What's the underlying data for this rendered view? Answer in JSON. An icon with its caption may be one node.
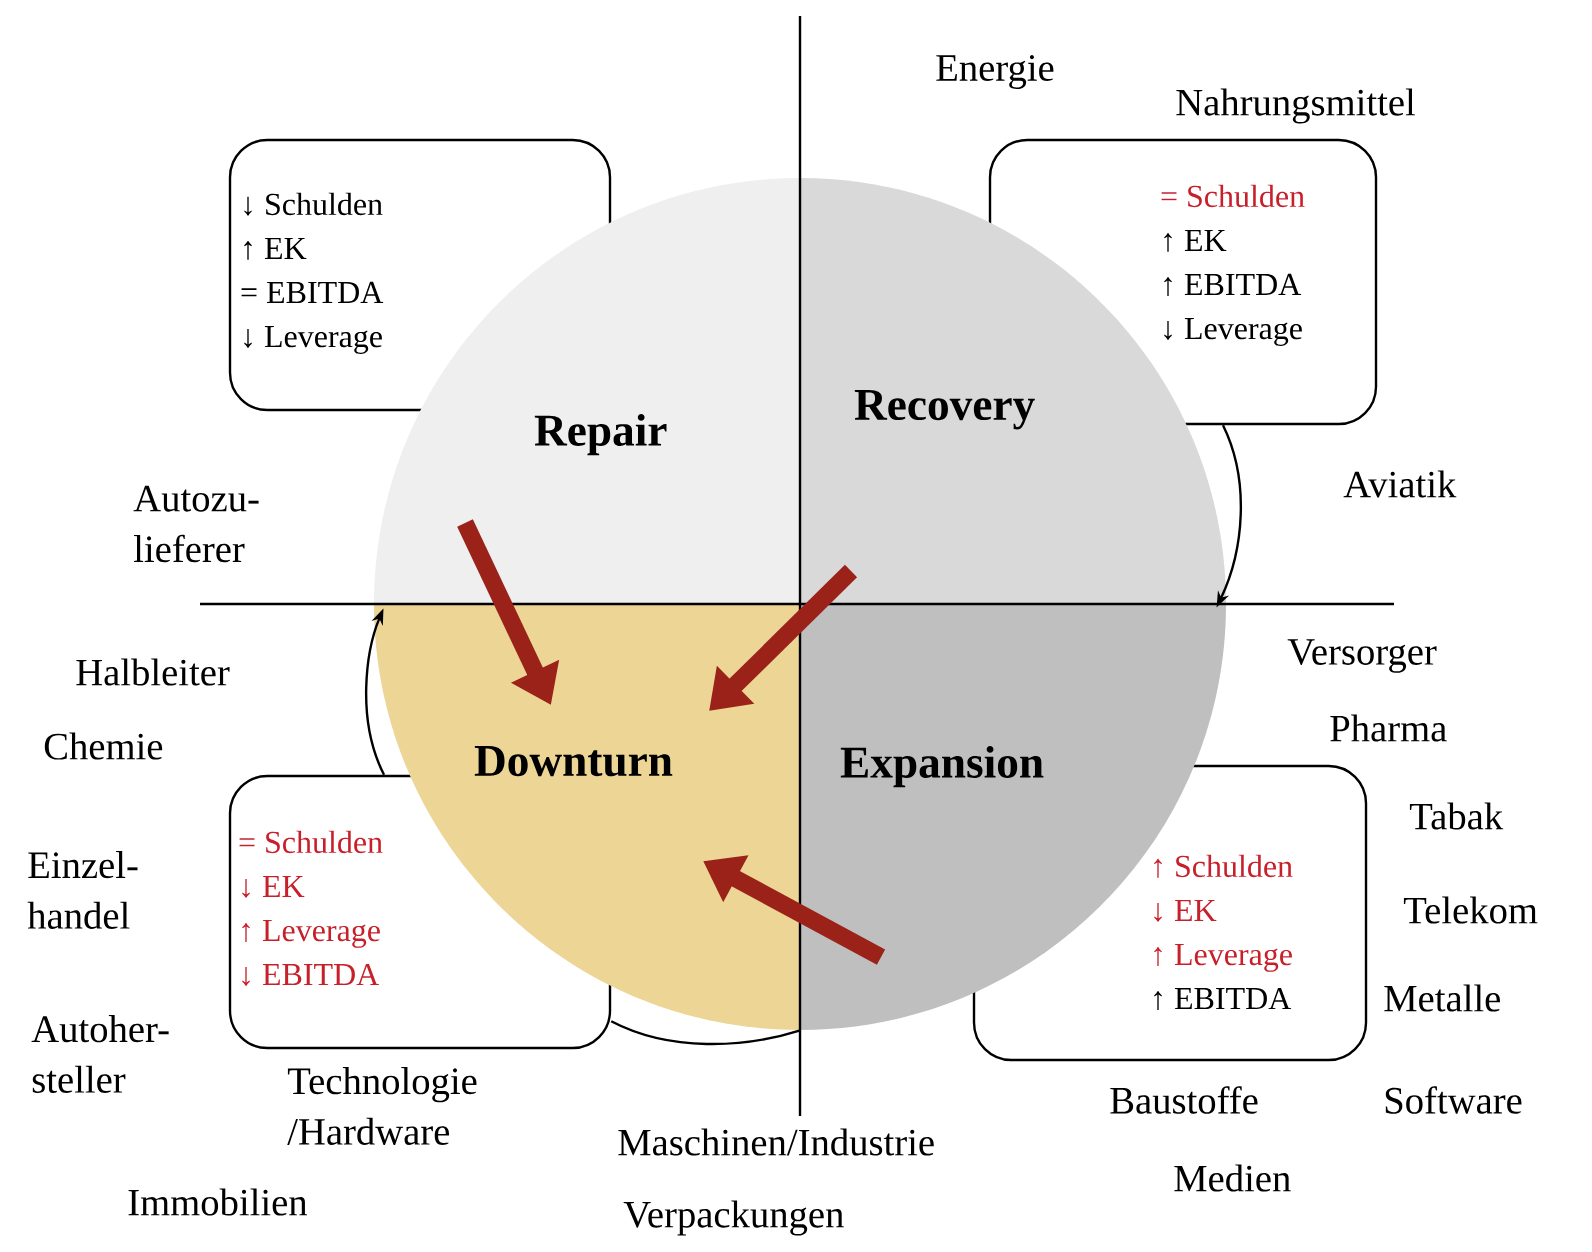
{
  "diagram": {
    "nodes": [
      {
        "text": [
          "Repair"
        ]
      },
      {
        "text": [
          "Recovery"
        ]
      },
      {
        "text": [
          "Downturn"
        ]
      },
      {
        "text": [
          "Expansion"
        ]
      },
      {
        "text": [
          "↓ Schulden",
          "↑ EK",
          "= EBITDA",
          "↓ Leverage"
        ]
      },
      {
        "text": [
          "= Schulden",
          "↑ EK",
          "↑ EBITDA",
          "↓ Leverage"
        ]
      },
      {
        "text": [
          "= Schulden",
          "↓ EK",
          "↑ Leverage",
          "↓ EBITDA"
        ]
      },
      {
        "text": [
          "↑ Schulden",
          "↓ EK",
          "↑ Leverage",
          "↑ EBITDA"
        ]
      }
    ],
    "edges": [
      {
        "from": 0,
        "to": 2,
        "arrow": "to",
        "style": "thick",
        "color": "#9b2219"
      },
      {
        "from": 1,
        "to": 2,
        "arrow": "to",
        "style": "thick",
        "color": "#9b2219"
      },
      {
        "from": 3,
        "to": 2,
        "arrow": "to",
        "style": "thick",
        "color": "#9b2219"
      },
      {
        "from": 5,
        "to": 3,
        "arrow": "to",
        "color": "#000000"
      },
      {
        "from": 6,
        "to": 0,
        "arrow": "to",
        "color": "#000000"
      },
      {
        "from": 6,
        "to": 3,
        "arrow": "none",
        "color": "#000000"
      }
    ],
    "labels": [
      "Energie",
      "Nahrungsmittel",
      "Aviatik",
      "Autozu- lieferer",
      "Versorger",
      "Halbleiter",
      "Pharma",
      "Chemie",
      "Tabak",
      "Einzel- handel",
      "Telekom",
      "Metalle",
      "Autoher- steller",
      "Technologie /Hardware",
      "Baustoffe",
      "Software",
      "Maschinen/Industrie",
      "Medien",
      "Immobilien",
      "Verpackungen"
    ]
  }
}
